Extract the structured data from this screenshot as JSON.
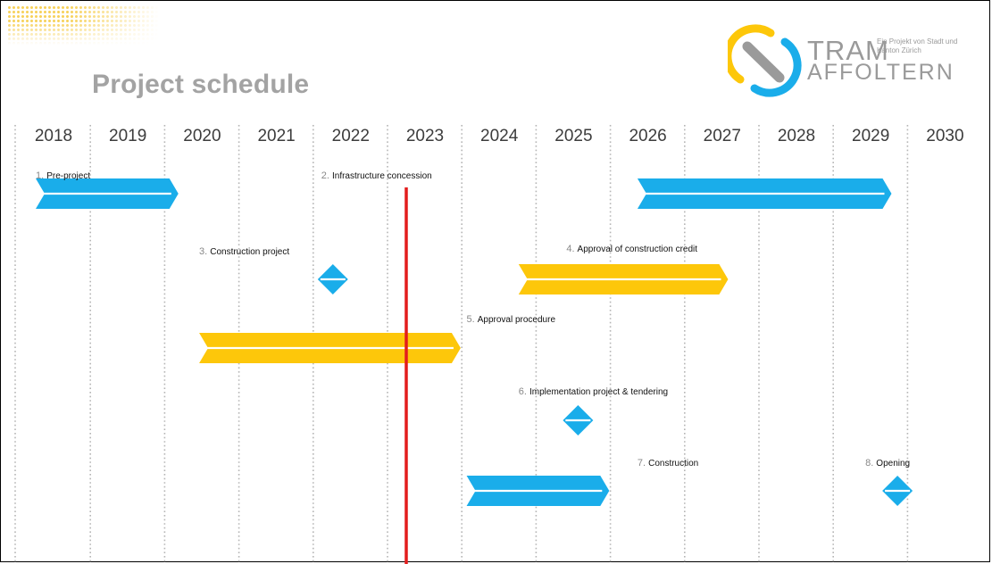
{
  "page": {
    "title": "Project schedule"
  },
  "logo": {
    "line1": "TRAM",
    "line2": "AFFOLTERN",
    "subtitle": "Ein Projekt von Stadt und Kanton Zürich"
  },
  "colors": {
    "blue": "#1aadea",
    "yellow": "#fdc70a",
    "today": "#e31d1d",
    "title": "#a3a3a3",
    "grid": "#b5b5b5"
  },
  "chart_data": {
    "type": "gantt",
    "title": "Project schedule",
    "years": [
      "2018",
      "2019",
      "2020",
      "2021",
      "2022",
      "2023",
      "2024",
      "2025",
      "2026",
      "2027",
      "2028",
      "2029",
      "2030"
    ],
    "today_line": 2023.2,
    "tasks": [
      {
        "num": "1.",
        "label": "Pre-project",
        "kind": "bar",
        "start": 2018.0,
        "end": 2019.8,
        "color": "blue"
      },
      {
        "num": "2.",
        "label": "Infrastructure concession",
        "kind": "milestone",
        "at": 2022.0,
        "color": "blue"
      },
      {
        "num": "3.",
        "label": "Construction project",
        "kind": "bar",
        "start": 2020.2,
        "end": 2023.6,
        "color": "yellow"
      },
      {
        "num": "4.",
        "label": "Approval of construction credit",
        "kind": "milestone",
        "at": 2025.3,
        "color": "blue"
      },
      {
        "num": "5.",
        "label": "Approval procedure",
        "kind": "bar",
        "start": 2023.8,
        "end": 2025.6,
        "color": "blue"
      },
      {
        "num": "6.",
        "label": "Implementation project & tendering",
        "kind": "bar",
        "start": 2024.5,
        "end": 2027.2,
        "color": "yellow"
      },
      {
        "num": "7.",
        "label": "Construction",
        "kind": "bar",
        "start": 2026.1,
        "end": 2029.4,
        "color": "blue"
      },
      {
        "num": "8.",
        "label": "Opening",
        "kind": "milestone",
        "at": 2029.6,
        "color": "blue"
      }
    ]
  }
}
